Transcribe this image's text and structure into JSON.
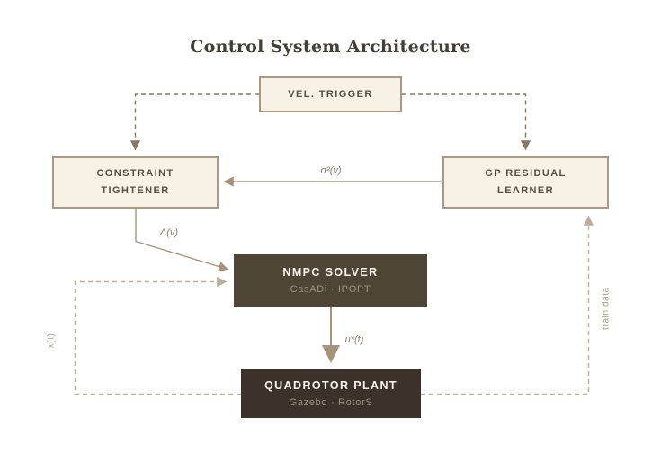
{
  "title": "Control System Architecture",
  "nodes": {
    "vel_trigger": {
      "label": "VEL. TRIGGER"
    },
    "constraint_tightener": {
      "label_line1": "CONSTRAINT",
      "label_line2": "TIGHTENER"
    },
    "gp_residual_learner": {
      "label_line1": "GP RESIDUAL",
      "label_line2": "LEARNER"
    },
    "nmpc_solver": {
      "label": "NMPC SOLVER",
      "sublabel": "CasADi · IPOPT"
    },
    "quadrotor_plant": {
      "label": "QUADROTOR PLANT",
      "sublabel": "Gazebo · RotorS"
    }
  },
  "edge_labels": {
    "variance": "σ²(v)",
    "delta": "Δ(v)",
    "control": "u*(t)",
    "state": "x(t)",
    "train_data": "train data"
  },
  "colors": {
    "background": "#ffffff",
    "title_text": "#453e35",
    "light_box_fill": "#f7f1e6",
    "light_box_border": "#ab9a81",
    "light_box_text": "#564e42",
    "nmpc_box_fill": "#4f4537",
    "plant_box_fill": "#3b332a",
    "dark_box_text": "#f8f4ed",
    "dark_box_subtext": "#9c9080",
    "solid_line": "#a5947c",
    "dark_dashed_line": "#877763",
    "light_dashed_line": "#bcae98",
    "math_label_text": "#8c7b66",
    "feedback_label_text": "#aca089"
  }
}
